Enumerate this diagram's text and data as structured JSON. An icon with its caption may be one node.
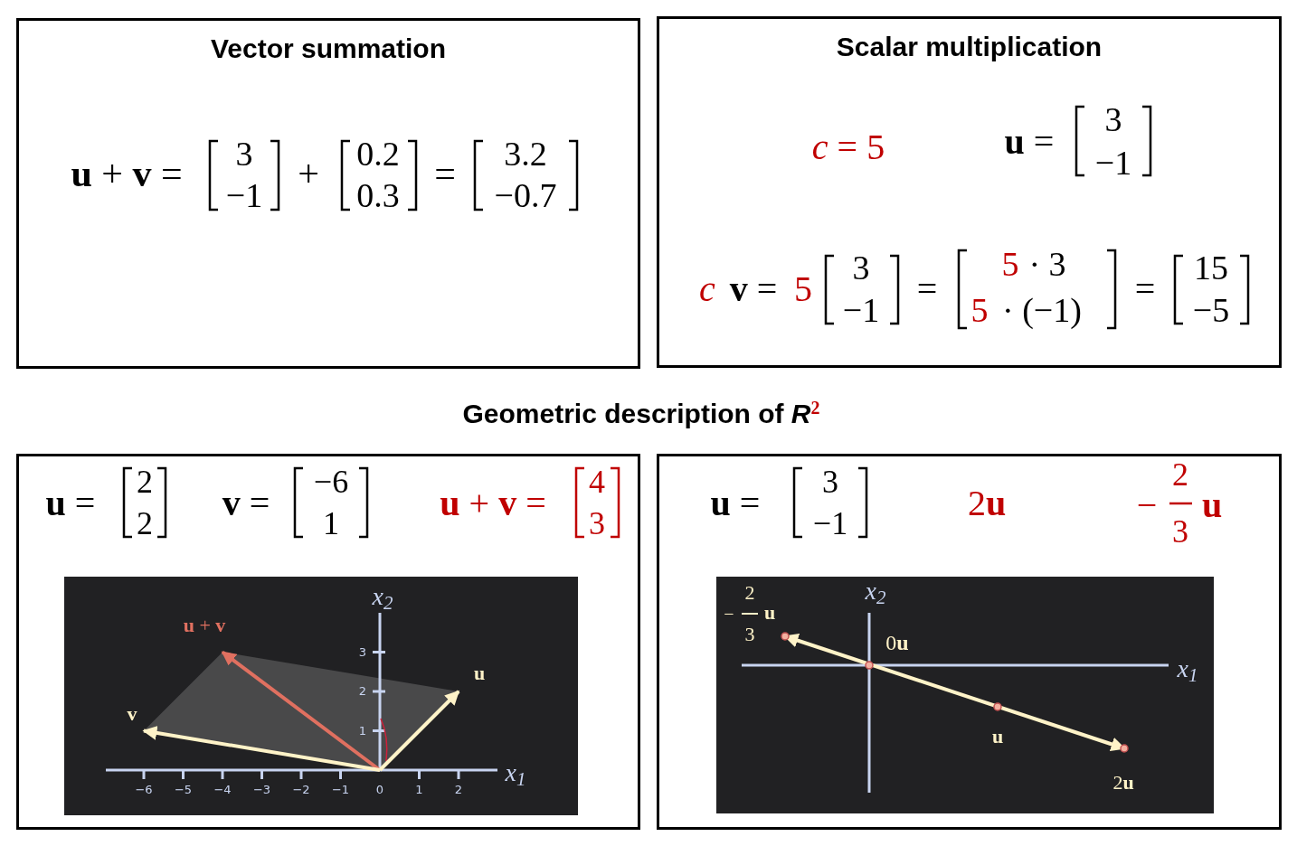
{
  "diagram": {
    "title": "Geometric description of *R*$^{2}$",
    "nodes": [
      {
        "text": [
          "Vector summation"
        ]
      },
      {
        "text": [
          "Scalar multiplication"
        ]
      },
      {
        "text": [],
        "shape": "box"
      },
      {
        "text": [],
        "shape": "box"
      }
    ],
    "labels": [
      "**u** + **v** =",
      "3",
      "−1",
      "+",
      "0.2",
      "0.3",
      "=",
      "3.2",
      "−0.7",
      "*c* = 5",
      "**u** =",
      "3",
      "−1",
      "*c*",
      "**v** =",
      "5",
      "3",
      "−1",
      "=",
      "5",
      "· 3",
      "5",
      "· (−1)",
      "=",
      "15",
      "−5",
      "**u** =",
      "2",
      "2",
      "**v** =",
      "−6",
      "1",
      "**u** + **v** =",
      "4",
      "3",
      "x$_{2}$",
      "**u** + **v**",
      "3",
      "2",
      "1",
      "**u**",
      "**v**",
      "x$_{1}$",
      "−6",
      "−5",
      "−4",
      "−3",
      "−2",
      "−1",
      "0",
      "1",
      "2",
      "**u** =",
      "3",
      "−1",
      "2**u**",
      "−",
      "2",
      "3",
      "**u**",
      "−",
      "2",
      "3",
      "**u**",
      "x$_{2}$",
      "0**u**",
      "x$_{1}$",
      "**u**",
      "2**u**"
    ]
  }
}
